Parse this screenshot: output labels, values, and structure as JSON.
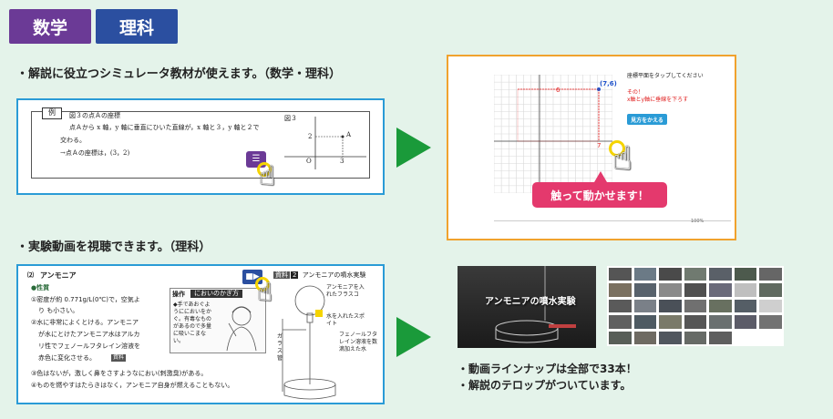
{
  "tags": {
    "math": "数学",
    "science": "理科"
  },
  "section1": {
    "heading": "・解説に役立つシミュレータ教材が使えます。（数学・理科）"
  },
  "textbook": {
    "badge": "例",
    "line1": "図３の点Ａの座標",
    "line2": "点Ａから x 軸，y 軸に垂直にひいた直線が，x 軸と３，y 軸と２で",
    "line3": "交わる。",
    "line4": "→点Ａの座標は，(3，2)",
    "fig_label": "図３",
    "point_label": "A",
    "origin": "O",
    "y2": "2",
    "x3": "3"
  },
  "simulator": {
    "prompt": "座標平面をタップしてください",
    "red_text1": "その！",
    "red_text2": "x軸とy軸に垂線を下ろす",
    "button": "見方をかえる",
    "point_label": "(7,6)",
    "y_tick": "6",
    "x_tick": "7",
    "callout": "触って動かせます！",
    "zoom": "100%"
  },
  "section2": {
    "heading": "・実験動画を視聴できます。（理科）"
  },
  "experiment": {
    "number": "⑵",
    "title": "アンモニア",
    "prop_label": "●性質",
    "item1a": "①密度が約 0.771g/L(0℃)で，空気よ",
    "item1b": "り も小さい。",
    "item2a": "②水に非常によくとける。アンモニア",
    "item2b": "が水にとけたアンモニア水はアルカ",
    "item2c": "リ性でフェノールフタレイン溶液を",
    "item2d": "赤色に変化させる。",
    "item2ref": "資料",
    "item3": "③色はないが，激しく鼻をさすようなにおい(刺激臭)がある。",
    "item4": "④ものを燃やすはたらきはなく，アンモニア自身が燃えることもない。",
    "op_label": "操作",
    "op_title": "においのかぎ方",
    "op_text": "◆手であおぐようににおいをかぐ。有毒なものがあるので多量に吸いこまない。",
    "ref_label": "資料",
    "ref_num": "2",
    "ref_title": "アンモニアの噴水実験",
    "flask_label": "アンモニアを入れたフラスコ",
    "water_label": "水を入れたスポイト",
    "pheno_label": "フェノールフタレイン溶液を数滴加えた水",
    "glass_label": "ガラス管"
  },
  "video": {
    "title": "アンモニアの噴水実験",
    "bullet1": "・動画ラインナップは全部で33本！",
    "bullet2": "・解説のテロップがついています。"
  },
  "colors": {
    "math": "#6b3a96",
    "science": "#2b4fa0",
    "arrow": "#1a9a3a",
    "panel_border": "#2a9bd6",
    "sim_border": "#f0a22e",
    "callout": "#e4396d",
    "accent_yellow": "#f5d400"
  }
}
